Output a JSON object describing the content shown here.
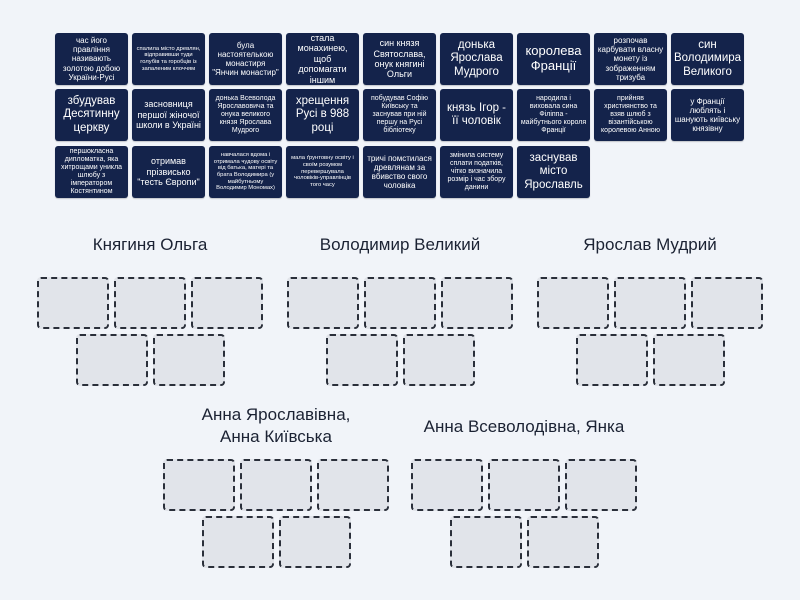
{
  "cards": [
    "час його правління називають золотою добою України-Русі",
    "спалила місто древлян, відправивши туди голубів та горобців із запаленим клоччям",
    "була настоятелькою монастиря \"Янчин монастир\"",
    "стала монахинею, щоб допомагати іншим",
    "син князя Святослава, онук княгині Ольги",
    "донька Ярослава Мудрого",
    "королева Франції",
    "розпочав карбувати власну монету із зображенням тризуба",
    "син Володимира Великого",
    "збудував Десятинну церкву",
    "засновниця першої жіночої школи в Україні",
    "донька Всеволода Ярославовича та онука великого князя Ярослава Мудрого",
    "хрещення Русі в 988 році",
    "побудував Софію Київську та заснував при ній першу на Русі бібліотеку",
    "князь Ігор - її чоловік",
    "народила і виховала сина Філіппа - майбутнього короля Франції",
    "прийняв християнство та взяв шлюб з візантійською королевою Анною",
    "у Франції люблять і шанують київську князівну",
    "першокласна дипломатка, яка хитрощами уникла шлюбу з імператором Костянтином",
    "отримав прізвисько \"тесть Європи\"",
    "навчалася вдома і отримала чудову освіту від батька, матері та брата Володимира (у майбутньому Володимир Мономах)",
    "мала ґрунтовну освіту і своїм розумом перевершувала чоловіків-управлінців того часу",
    "тричі помстилася древлянам за вбивство свого чоловіка",
    "змінила систему сплати податків, чітко визначила розмір і час збору данини",
    "заснував місто Ярославль"
  ],
  "groups": [
    {
      "title": "Княгиня Ольга",
      "slots": 5
    },
    {
      "title": "Володимир Великий",
      "slots": 5
    },
    {
      "title": "Ярослав Мудрий",
      "slots": 5
    },
    {
      "title": "Анна Ярославівна, Анна Київська",
      "title_lines": [
        "Анна Ярославівна,",
        "Анна Київська"
      ],
      "slots": 5
    },
    {
      "title": "Анна Всеволодівна, Янка",
      "slots": 5
    }
  ],
  "colors": {
    "card": "#14234b",
    "background": "#f1f4f9",
    "slot": "#e1e4ea"
  }
}
